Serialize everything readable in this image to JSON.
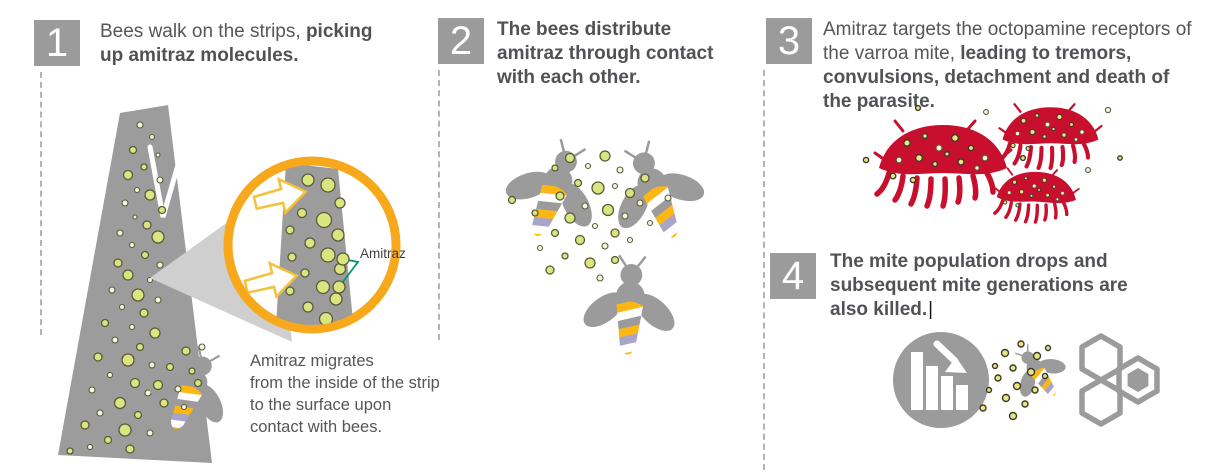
{
  "palette": {
    "step_badge_gray": "#9b9b9b",
    "strip_gray": "#9c9c9c",
    "text_gray": "#55565a",
    "accent_orange": "#f7a81b",
    "molecule_green": "#d9e57f",
    "mite_red": "#c8102e",
    "bee_yellow": "#fdb714",
    "leader_line_teal": "#00966c"
  },
  "steps": [
    {
      "number": "1",
      "text_regular": "Bees walk on the strips, ",
      "text_bold": "picking up amitraz molecules."
    },
    {
      "number": "2",
      "text_regular": "",
      "text_bold": "The bees distribute amitraz through contact with each other."
    },
    {
      "number": "3",
      "text_regular": "Amitraz targets the octopamine receptors of the varroa mite, ",
      "text_bold": "leading to tremors, convulsions, detachment and death of the parasite."
    },
    {
      "number": "4",
      "text_regular": "",
      "text_bold": "The mite population drops and subsequent mite generations are also killed.",
      "cursor": "|"
    }
  ],
  "annotations": {
    "magnifier_label": "Amitraz",
    "strip_caption": "Amitraz migrates\nfrom the inside of the strip\nto the surface upon\ncontact with bees."
  }
}
